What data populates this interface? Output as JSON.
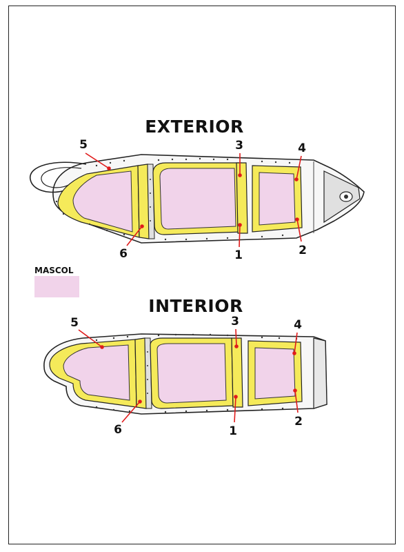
{
  "colors": {
    "mask_yellow": "#f5ea5a",
    "mascol_pink": "#f1d3ea",
    "leader_red": "#e01b1b",
    "frame_metal": "#e8e8e8"
  },
  "legend": {
    "label": "MASCOL"
  },
  "views": [
    {
      "title": "EXTERIOR",
      "callouts": [
        {
          "label": "5"
        },
        {
          "label": "3"
        },
        {
          "label": "4"
        },
        {
          "label": "6"
        },
        {
          "label": "1"
        },
        {
          "label": "2"
        }
      ]
    },
    {
      "title": "INTERIOR",
      "callouts": [
        {
          "label": "5"
        },
        {
          "label": "3"
        },
        {
          "label": "4"
        },
        {
          "label": "6"
        },
        {
          "label": "1"
        },
        {
          "label": "2"
        }
      ]
    }
  ]
}
